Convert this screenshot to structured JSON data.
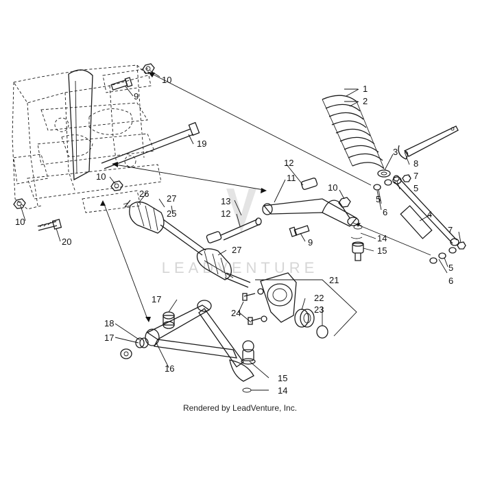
{
  "watermark": "LEADVENTURE",
  "credit": "Rendered by LeadVenture, Inc.",
  "callouts": [
    "1",
    "2",
    "3",
    "4",
    "5",
    "5",
    "5",
    "6",
    "6",
    "7",
    "7",
    "8",
    "9",
    "9",
    "10",
    "10",
    "10",
    "10",
    "11",
    "12",
    "12",
    "13",
    "14",
    "14",
    "15",
    "15",
    "16",
    "17",
    "17",
    "18",
    "19",
    "20",
    "21",
    "22",
    "23",
    "24",
    "25",
    "26",
    "27",
    "27"
  ]
}
